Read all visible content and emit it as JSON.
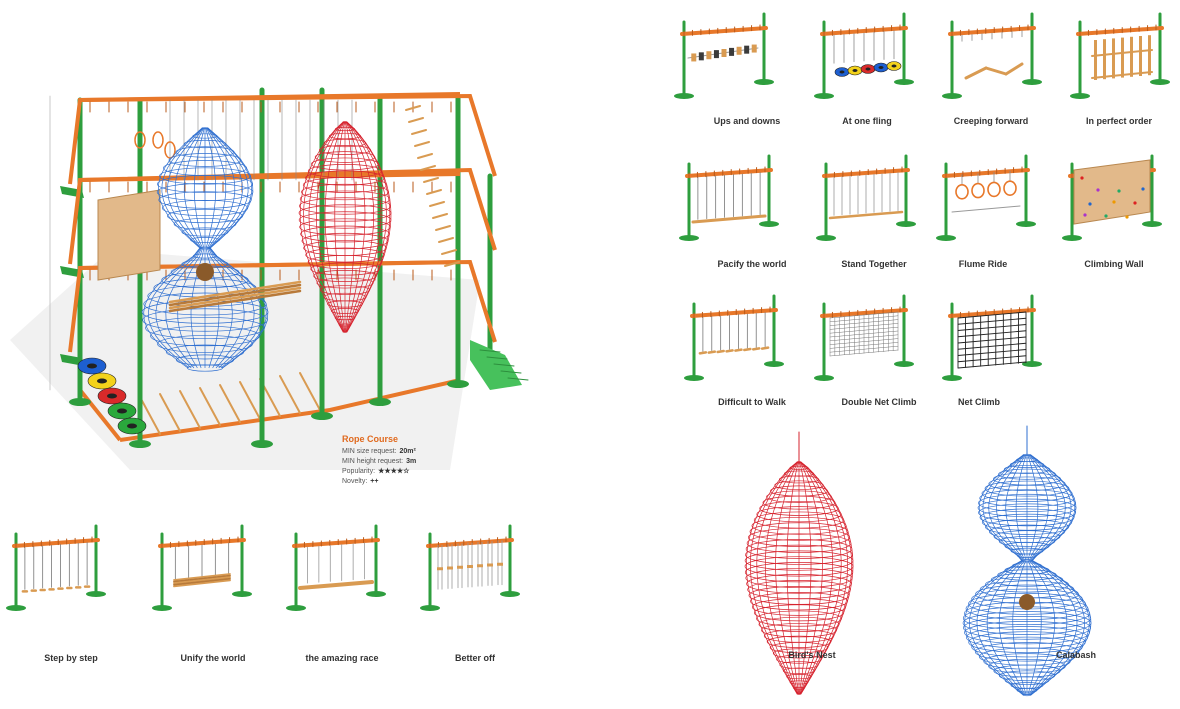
{
  "colors": {
    "post": "#2e9e3e",
    "beam": "#e8782a",
    "wood": "#d99b52",
    "blue_net": "#2f6fd0",
    "red_net": "#d6232e",
    "title": "#e06a1f",
    "tire_blue": "#1d5fd1",
    "tire_yellow": "#f3d21b",
    "tire_red": "#d92a2a",
    "tire_green": "#2aa83c"
  },
  "rope_course": {
    "title": "Rope Course",
    "specs": [
      {
        "label": "MIN size request:",
        "value": "20m²"
      },
      {
        "label": "MIN height request:",
        "value": "3m"
      },
      {
        "label": "Popularity:",
        "value": "★★★★☆"
      },
      {
        "label": "Novelty:",
        "value": "++"
      }
    ]
  },
  "items": [
    {
      "label": "Ups and downs",
      "style": "ups"
    },
    {
      "label": "At one fling",
      "style": "tires"
    },
    {
      "label": "Creeping forward",
      "style": "creep"
    },
    {
      "label": "In perfect order",
      "style": "order"
    },
    {
      "label": "Pacify the world",
      "style": "pacify"
    },
    {
      "label": "Stand Together",
      "style": "stand"
    },
    {
      "label": "Flume Ride",
      "style": "rings"
    },
    {
      "label": "Climbing Wall",
      "style": "wall"
    },
    {
      "label": "Difficult to Walk",
      "style": "difficult"
    },
    {
      "label": "Double Net Climb",
      "style": "dnet"
    },
    {
      "label": "Net Climb",
      "style": "net"
    },
    {
      "label": "Step by step",
      "style": "step"
    },
    {
      "label": "Unify the world",
      "style": "unify"
    },
    {
      "label": "the amazing race",
      "style": "race"
    },
    {
      "label": "Better off",
      "style": "better"
    }
  ],
  "nets": [
    {
      "label": "Bird's Nest",
      "kind": "nest"
    },
    {
      "label": "Calabash",
      "kind": "calabash"
    }
  ]
}
